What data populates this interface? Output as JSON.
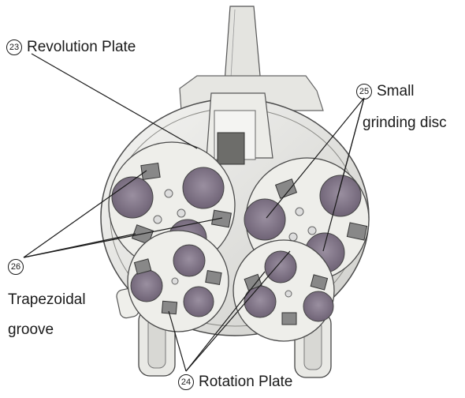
{
  "labels": {
    "revolution": {
      "number": "23",
      "text": "Revolution Plate"
    },
    "small_disc": {
      "number": "25",
      "line1": "Small",
      "line2": "grinding disc"
    },
    "trapezoidal": {
      "number": "26",
      "line1": "Trapezoidal",
      "line2": "groove"
    },
    "rotation": {
      "number": "24",
      "text": "Rotation Plate"
    }
  }
}
